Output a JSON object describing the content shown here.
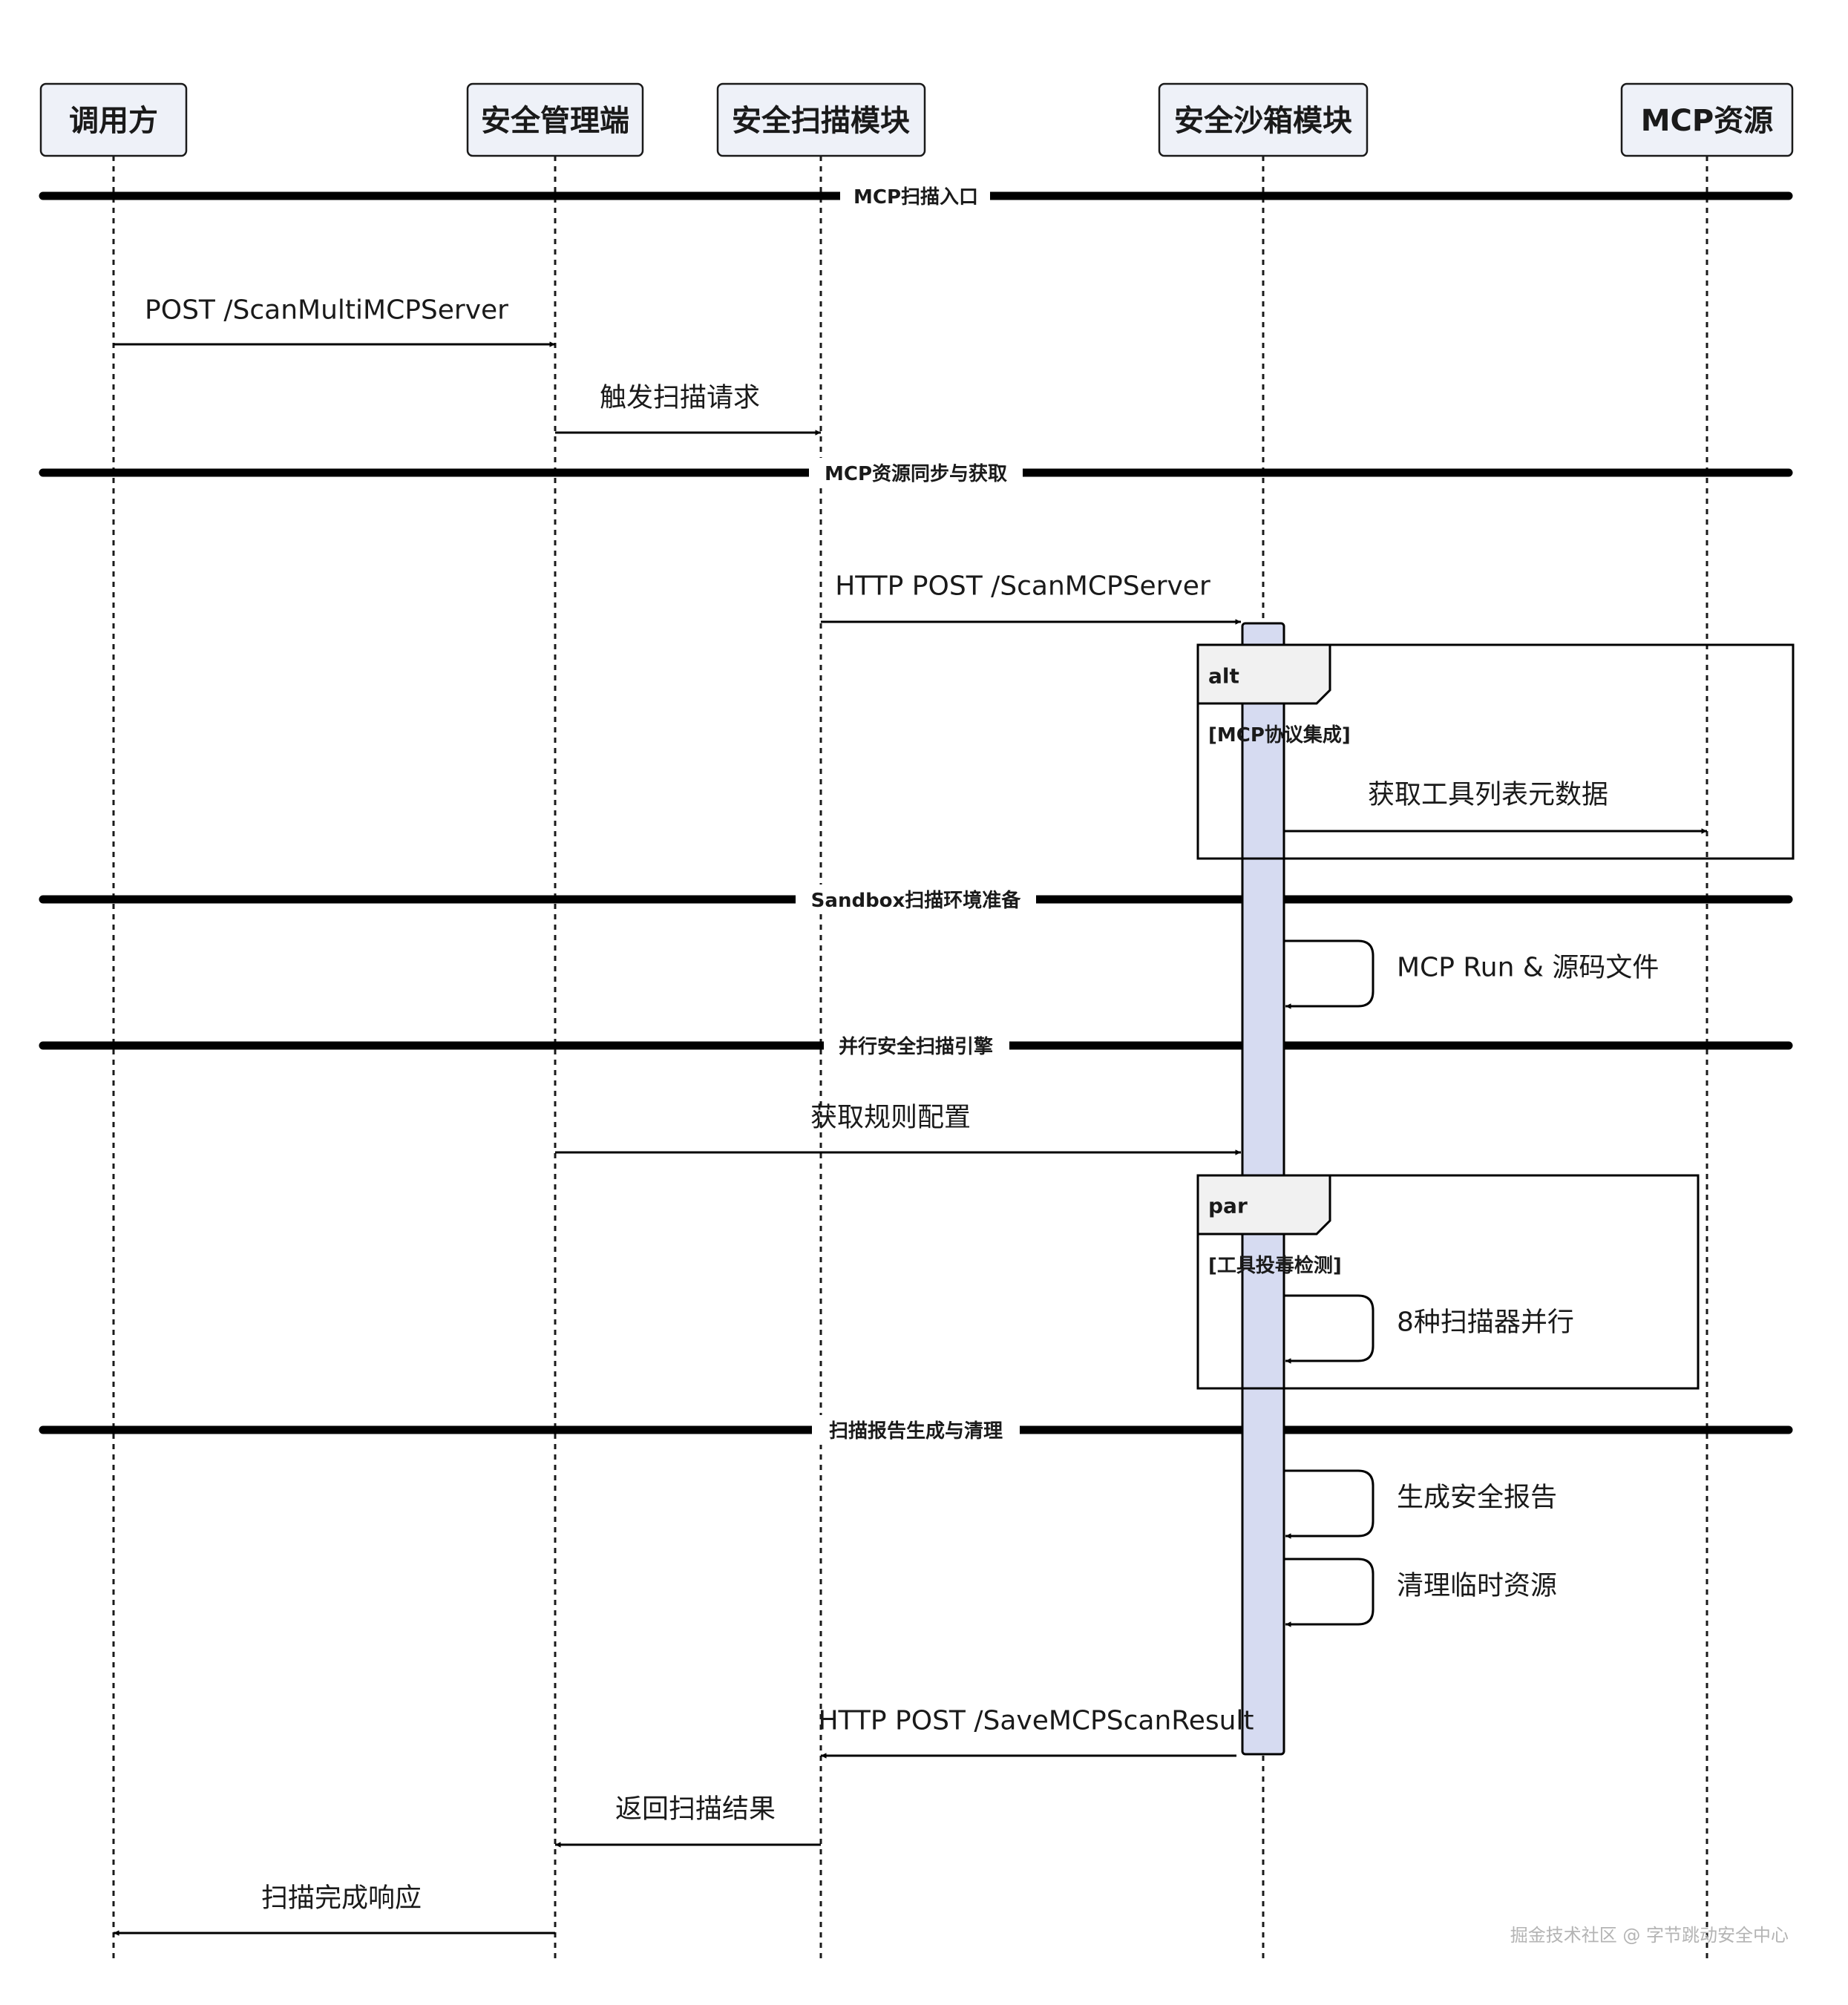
{
  "participants": [
    {
      "id": "caller",
      "label": "调用方"
    },
    {
      "id": "admin",
      "label": "安全管理端"
    },
    {
      "id": "scanner",
      "label": "安全扫描模块"
    },
    {
      "id": "sandbox",
      "label": "安全沙箱模块"
    },
    {
      "id": "mcp",
      "label": "MCP资源"
    }
  ],
  "sections": [
    {
      "id": "entry",
      "label": "MCP扫描入口"
    },
    {
      "id": "sync",
      "label": "MCP资源同步与获取"
    },
    {
      "id": "prepare",
      "label": "Sandbox扫描环境准备"
    },
    {
      "id": "engine",
      "label": "并行安全扫描引擎"
    },
    {
      "id": "report",
      "label": "扫描报告生成与清理"
    }
  ],
  "messages": [
    {
      "id": "m1",
      "from": "caller",
      "to": "admin",
      "label": "POST /ScanMultiMCPServer"
    },
    {
      "id": "m2",
      "from": "admin",
      "to": "scanner",
      "label": "触发扫描请求"
    },
    {
      "id": "m3",
      "from": "scanner",
      "to": "sandbox",
      "label": "HTTP POST /ScanMCPServer"
    },
    {
      "id": "m4",
      "from": "sandbox",
      "to": "mcp",
      "label": "获取工具列表元数据"
    },
    {
      "id": "m5",
      "from": "sandbox",
      "to": "sandbox",
      "label": "MCP Run & 源码文件"
    },
    {
      "id": "m6",
      "from": "admin",
      "to": "sandbox",
      "label": "获取规则配置"
    },
    {
      "id": "m7",
      "from": "sandbox",
      "to": "sandbox",
      "label": "8种扫描器并行"
    },
    {
      "id": "m8",
      "from": "sandbox",
      "to": "sandbox",
      "label": "生成安全报告"
    },
    {
      "id": "m9",
      "from": "sandbox",
      "to": "sandbox",
      "label": "清理临时资源"
    },
    {
      "id": "m10",
      "from": "sandbox",
      "to": "scanner",
      "label": "HTTP POST /SaveMCPScanResult"
    },
    {
      "id": "m11",
      "from": "scanner",
      "to": "admin",
      "label": "返回扫描结果"
    },
    {
      "id": "m12",
      "from": "admin",
      "to": "caller",
      "label": "扫描完成响应"
    }
  ],
  "fragments": [
    {
      "id": "alt",
      "kind": "alt",
      "condition": "[MCP协议集成]"
    },
    {
      "id": "par",
      "kind": "par",
      "condition": "[工具投毒检测]"
    }
  ],
  "watermark": "掘金技术社区 @ 字节跳动安全中心",
  "colors": {
    "activation": "#d6dbf1",
    "actor_fill": "#eef1f8",
    "frame_tab": "#f1f1f1"
  }
}
